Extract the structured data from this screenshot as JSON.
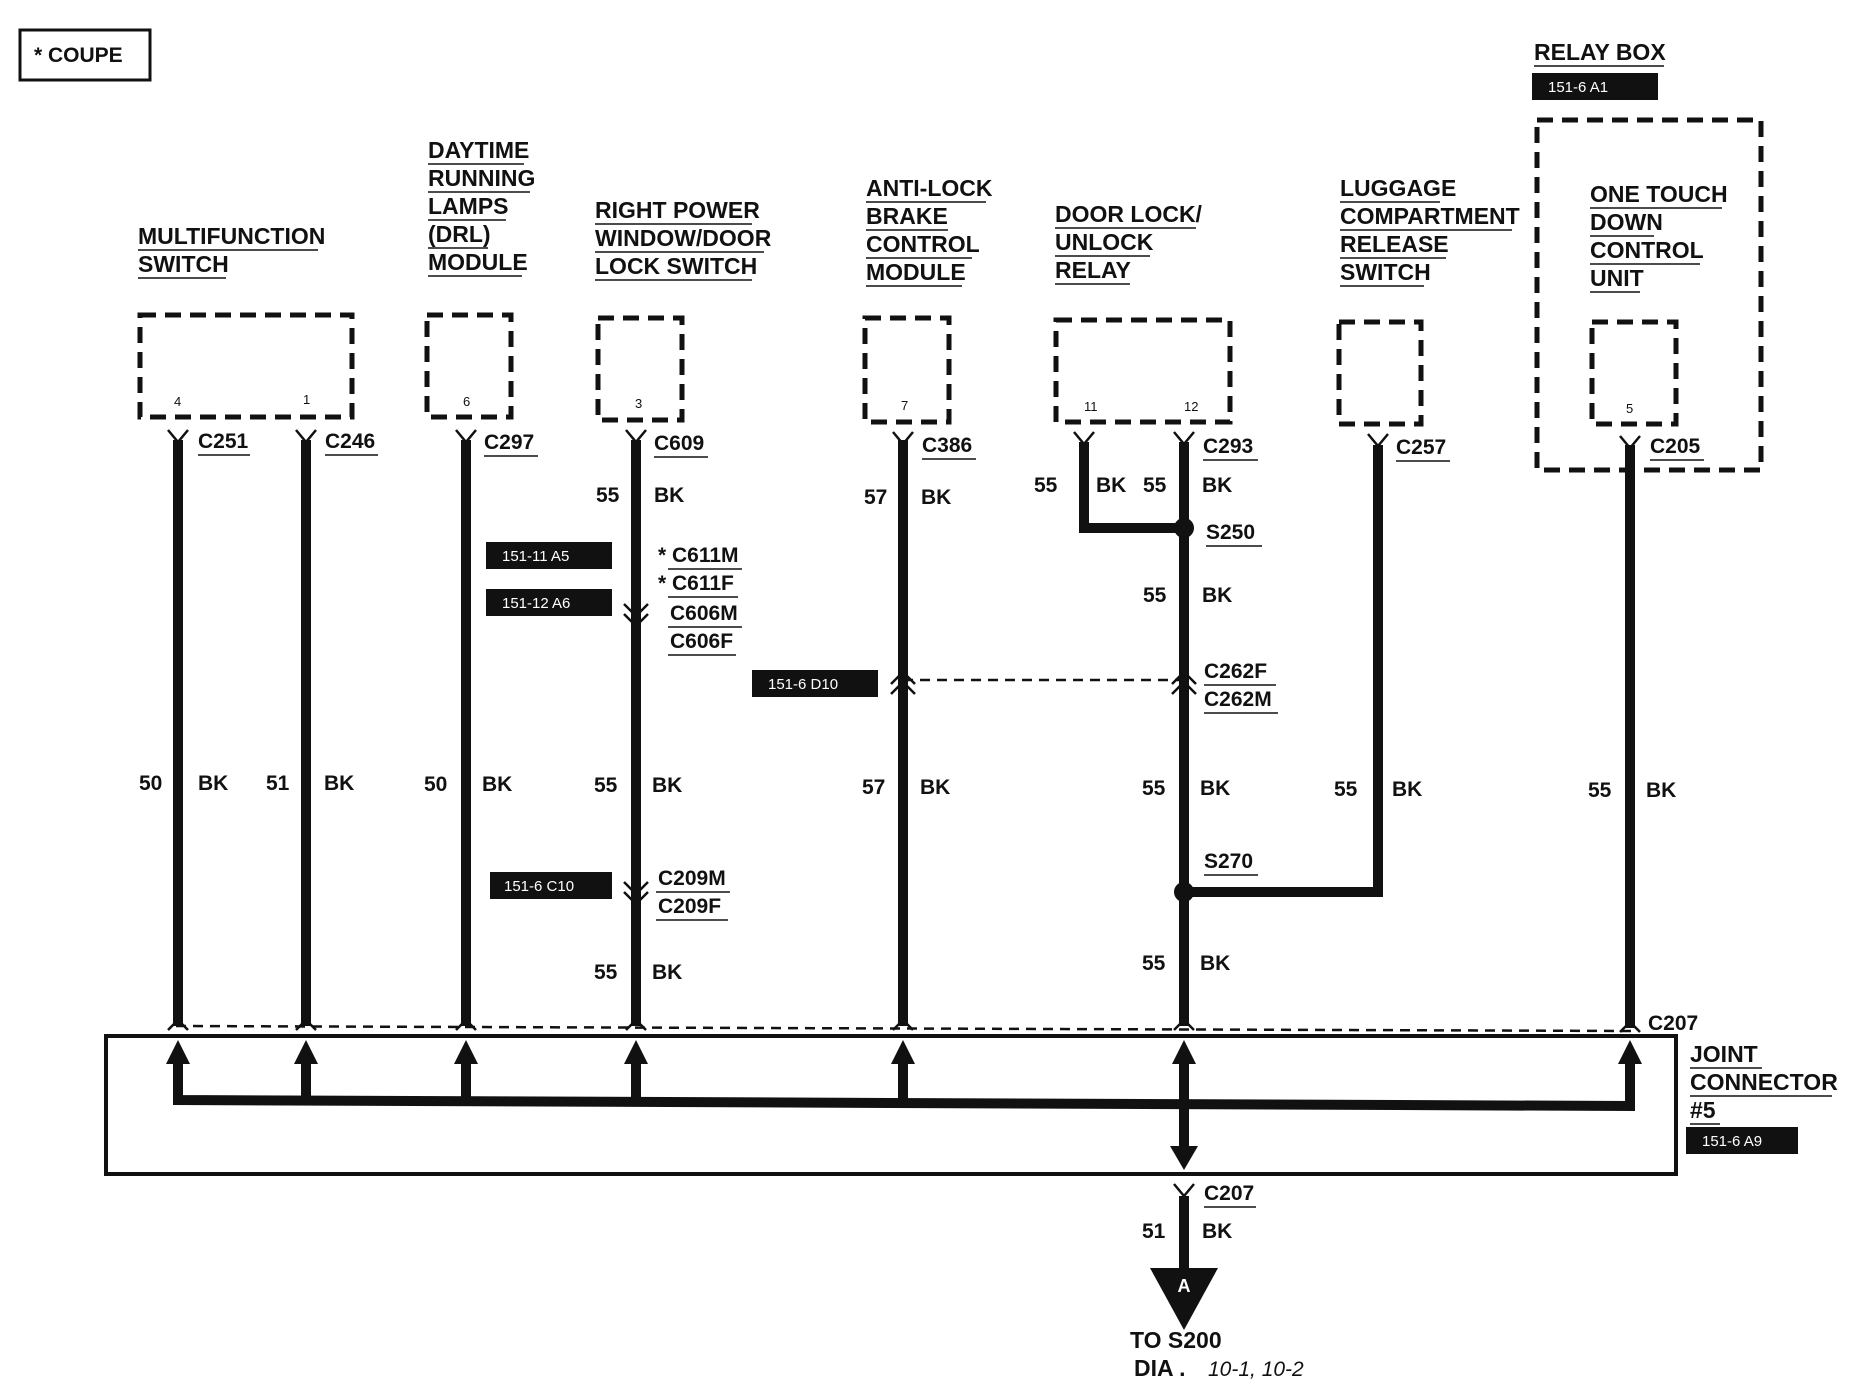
{
  "note": "* COUPE",
  "components": {
    "multifunction_switch": [
      "MULTIFUNCTION",
      "SWITCH"
    ],
    "drl_module": [
      "DAYTIME",
      "RUNNING",
      "LAMPS",
      "(DRL)",
      "MODULE"
    ],
    "right_power_window": [
      "RIGHT POWER",
      "WINDOW/DOOR",
      "LOCK SWITCH"
    ],
    "anti_lock_module": [
      "ANTI-LOCK",
      "BRAKE",
      "CONTROL",
      "MODULE"
    ],
    "door_lock_relay": [
      "DOOR LOCK/",
      "UNLOCK",
      "RELAY"
    ],
    "luggage_switch": [
      "LUGGAGE",
      "COMPARTMENT",
      "RELEASE",
      "SWITCH"
    ],
    "relay_box": "RELAY BOX",
    "relay_box_ref": "151-6 A1",
    "one_touch_unit": [
      "ONE TOUCH",
      "DOWN",
      "CONTROL",
      "UNIT"
    ]
  },
  "pins": {
    "mf_4": "4",
    "mf_1": "1",
    "drl_6": "6",
    "rpw_3": "3",
    "abs_7": "7",
    "dl_11": "11",
    "dl_12": "12",
    "ot_5": "5"
  },
  "connectors": {
    "c251": "C251",
    "c246": "C246",
    "c297": "C297",
    "c609": "C609",
    "c386": "C386",
    "c293": "C293",
    "c257": "C257",
    "c205": "C205",
    "s250": "S250",
    "c611m": "C611M",
    "c611f": "C611F",
    "c606m": "C606M",
    "c606f": "C606F",
    "c262f": "C262F",
    "c262m": "C262M",
    "c209m": "C209M",
    "c209f": "C209F",
    "s270": "S270",
    "c207_top": "C207",
    "c207_bottom": "C207"
  },
  "star": "*",
  "refs": {
    "c611": "151-11 A5",
    "c606": "151-12 A6",
    "c262": "151-6 D10",
    "c209": "151-6 C10",
    "joint": "151-6 A9"
  },
  "wires": {
    "rpw_top": {
      "gauge": "55",
      "color": "BK"
    },
    "abs_top": {
      "gauge": "57",
      "color": "BK"
    },
    "dl_top_left": {
      "gauge": "55",
      "color": "BK"
    },
    "dl_top_right": {
      "gauge": "55",
      "color": "BK"
    },
    "dl_mid": {
      "gauge": "55",
      "color": "BK"
    },
    "mf1": {
      "gauge": "50",
      "color": "BK"
    },
    "mf2": {
      "gauge": "51",
      "color": "BK"
    },
    "drl": {
      "gauge": "50",
      "color": "BK"
    },
    "rpw_mid": {
      "gauge": "55",
      "color": "BK"
    },
    "abs_mid": {
      "gauge": "57",
      "color": "BK"
    },
    "dl_low": {
      "gauge": "55",
      "color": "BK"
    },
    "lug": {
      "gauge": "55",
      "color": "BK"
    },
    "ot": {
      "gauge": "55",
      "color": "BK"
    },
    "rpw_bottom": {
      "gauge": "55",
      "color": "BK"
    },
    "dl_bottom": {
      "gauge": "55",
      "color": "BK"
    },
    "out": {
      "gauge": "51",
      "color": "BK"
    }
  },
  "joint_connector": [
    "JOINT",
    "CONNECTOR",
    "#5"
  ],
  "output": {
    "marker": "A",
    "to": "TO S200",
    "dia_prefix": "DIA .",
    "dia_refs": "10-1, 10-2"
  },
  "colors": {
    "ink": "#111111",
    "paper": "#ffffff",
    "tag_bg": "#111111",
    "tag_text": "#ffffff"
  }
}
